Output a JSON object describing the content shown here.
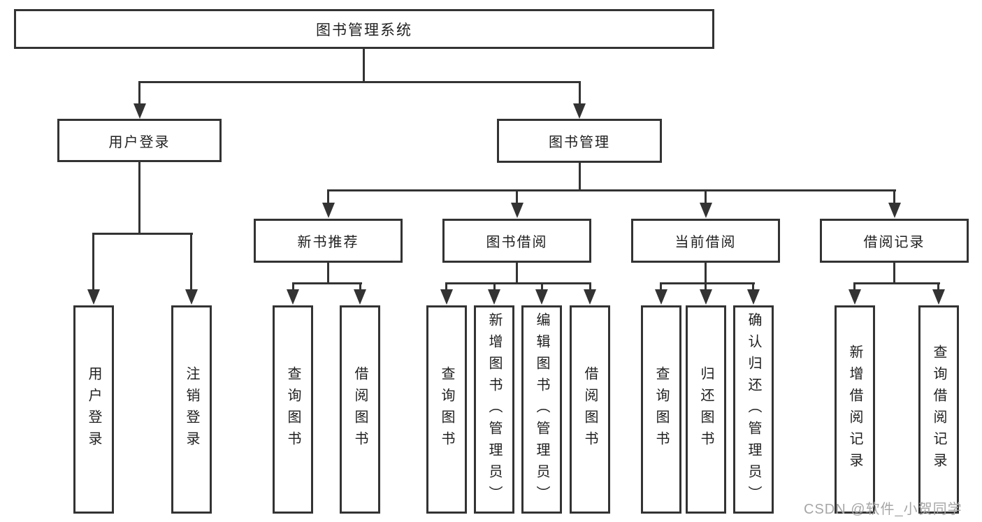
{
  "diagram": {
    "root": {
      "label": "图书管理系统"
    },
    "level2": [
      {
        "label": "用户登录"
      },
      {
        "label": "图书管理"
      }
    ],
    "level3": [
      {
        "label": "新书推荐"
      },
      {
        "label": "图书借阅"
      },
      {
        "label": "当前借阅"
      },
      {
        "label": "借阅记录"
      }
    ],
    "leaves": {
      "user_login": [
        "用户登录",
        "注销登录"
      ],
      "new_book_recommend": [
        "查询图书",
        "借阅图书"
      ],
      "book_borrow": [
        "查询图书",
        "新增图书（管理员）",
        "编辑图书（管理员）",
        "借阅图书"
      ],
      "current_borrow": [
        "查询图书",
        "归还图书",
        "确认归还（管理员）"
      ],
      "borrow_records": [
        "新增借阅记录",
        "查询借阅记录"
      ]
    }
  },
  "watermark": "CSDN @软件_小贺同学",
  "colors": {
    "line": "#333333",
    "text": "#1f1f1f",
    "watermark": "#a6a6a6",
    "background": "#ffffff"
  }
}
